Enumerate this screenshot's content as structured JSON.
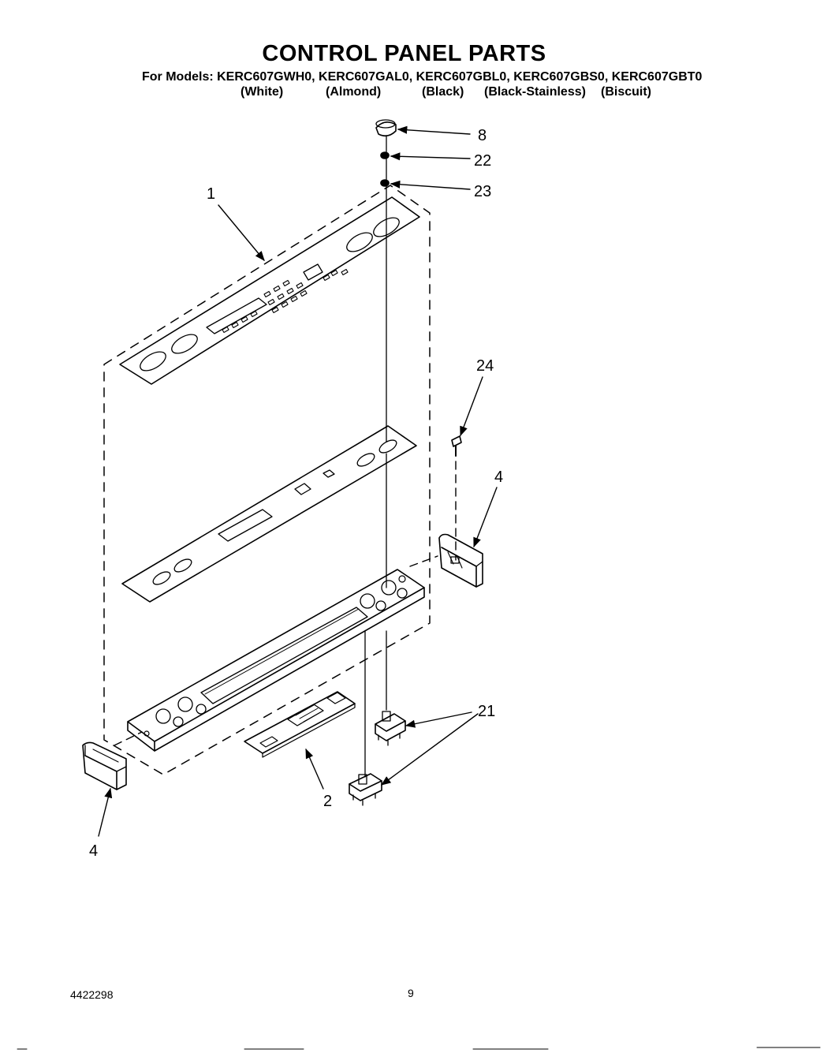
{
  "header": {
    "title": "CONTROL PANEL PARTS",
    "models_line": "For Models: KERC607GWH0, KERC607GAL0, KERC607GBL0, KERC607GBS0, KERC607GBT0",
    "colors": [
      "(White)",
      "(Almond)",
      "(Black)",
      "(Black-Stainless)",
      "(Biscuit)"
    ]
  },
  "callouts": {
    "c8": "8",
    "c22": "22",
    "c23": "23",
    "c1": "1",
    "c24": "24",
    "c4_right": "4",
    "c21": "21",
    "c2": "2",
    "c4_left": "4"
  },
  "footer": {
    "doc_number": "4422298",
    "page_number": "9"
  }
}
